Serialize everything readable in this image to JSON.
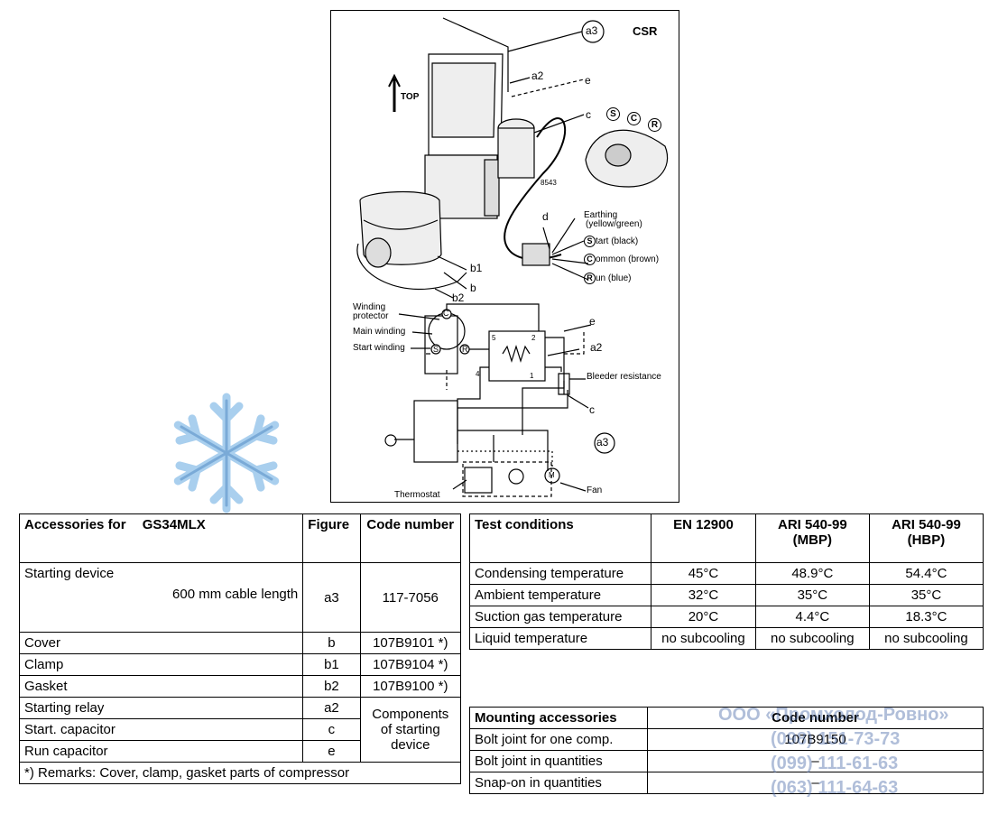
{
  "figure": {
    "csr": "CSR",
    "top": "TOP",
    "a3": "a3",
    "a2": "a2",
    "e": "e",
    "c": "c",
    "d": "d",
    "b1": "b1",
    "b": "b",
    "b2": "b2",
    "num": "8543",
    "s": "S",
    "cc": "C",
    "r": "R",
    "earthing": "Earthing",
    "earthing_color": "(yellow/green)",
    "start": "tart (black)",
    "common": "ommon (brown)",
    "run": "un (blue)",
    "winding_protector": "Winding protector",
    "main_winding": "Main winding",
    "start_winding": "Start winding",
    "relay_5": "5",
    "relay_2": "2",
    "relay_4": "4",
    "relay_1": "1",
    "e2": "e",
    "a2b": "a2",
    "bleeder": "Bleeder resistance",
    "c2": "c",
    "a3b": "a3",
    "thermostat": "Thermostat",
    "fan": "Fan",
    "m": "M"
  },
  "accessories": {
    "header": {
      "accessories_for": "Accessories for",
      "model": "GS34MLX",
      "figure": "Figure",
      "code": "Code number"
    },
    "rows": [
      {
        "name": "Starting device",
        "detail": "600 mm cable length",
        "figure": "a3",
        "code": "117-7056"
      },
      {
        "name": "Cover",
        "figure": "b",
        "code": "107B9101 *)"
      },
      {
        "name": "Clamp",
        "figure": "b1",
        "code": "107B9104 *)"
      },
      {
        "name": "Gasket",
        "figure": "b2",
        "code": "107B9100 *)"
      },
      {
        "name": "Starting relay",
        "figure": "a2"
      },
      {
        "name": "Start. capacitor",
        "figure": "c"
      },
      {
        "name": "Run capacitor",
        "figure": "e"
      }
    ],
    "components": "Components of starting device",
    "remarks": "*) Remarks: Cover, clamp, gasket parts of compressor"
  },
  "test": {
    "header": [
      "Test conditions",
      "EN 12900",
      "ARI 540-99 (MBP)",
      "ARI 540-99 (HBP)"
    ],
    "rows": [
      [
        "Condensing temperature",
        "45°C",
        "48.9°C",
        "54.4°C"
      ],
      [
        "Ambient temperature",
        "32°C",
        "35°C",
        "35°C"
      ],
      [
        "Suction gas temperature",
        "20°C",
        "4.4°C",
        "18.3°C"
      ],
      [
        "Liquid temperature",
        "no subcooling",
        "no subcooling",
        "no subcooling"
      ]
    ]
  },
  "mounting": {
    "header": [
      "Mounting accessories",
      "Code number"
    ],
    "rows": [
      [
        "Bolt joint for one comp.",
        "107B9150"
      ],
      [
        "Bolt joint in quantities",
        "–"
      ],
      [
        "Snap-on in quantities",
        "–"
      ]
    ]
  },
  "watermark": {
    "company": "ООО «Промхолод-Ровно»",
    "phone1": "(098) 151-73-73",
    "phone2": "(099) 111-61-63",
    "phone3": "(063) 111-64-63"
  }
}
